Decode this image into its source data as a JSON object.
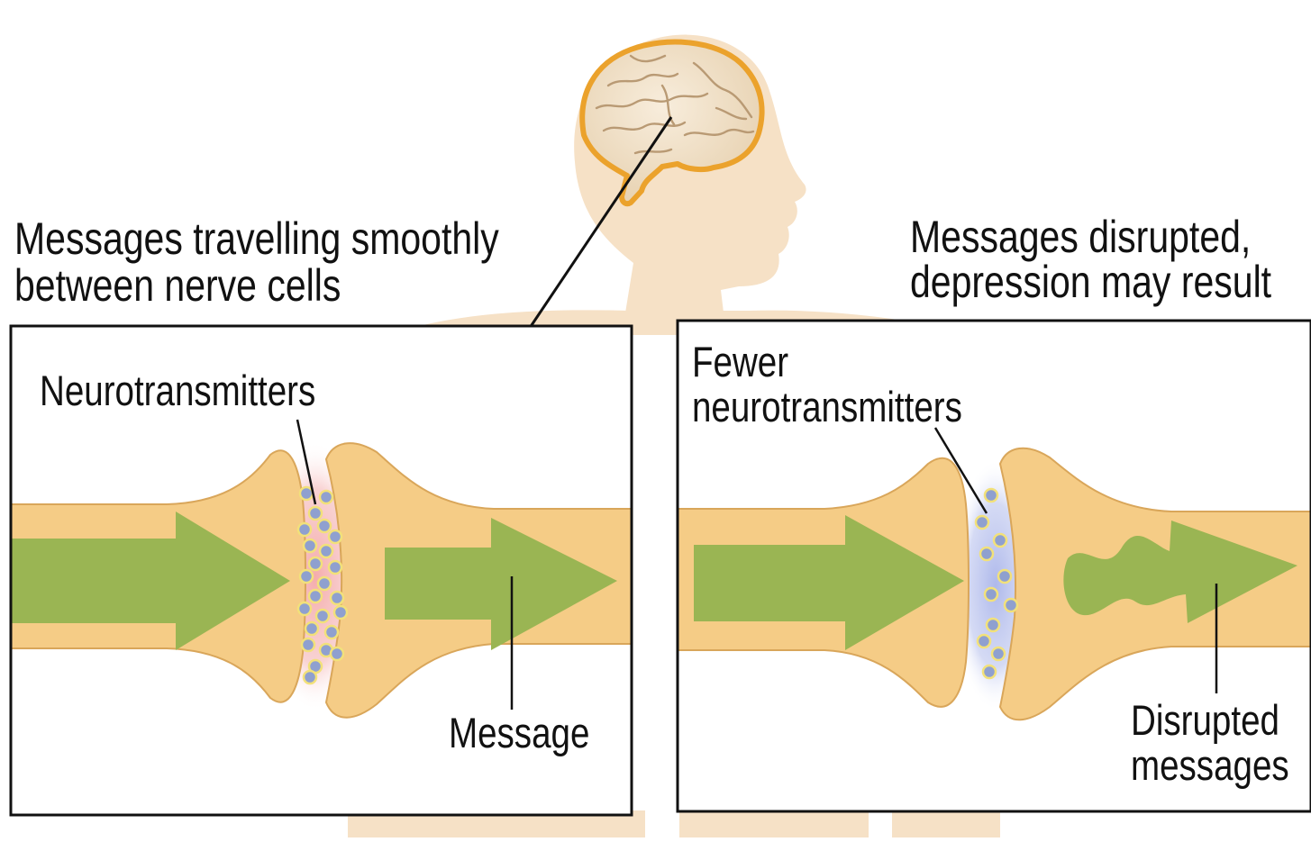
{
  "left_panel": {
    "caption_line1": "Messages travelling smoothly",
    "caption_line2": "between nerve cells",
    "neurotransmitters_label": "Neurotransmitters",
    "message_label": "Message"
  },
  "right_panel": {
    "caption_line1": "Messages disrupted,",
    "caption_line2": "depression may result",
    "fewer_line1": "Fewer",
    "fewer_line2": "neurotransmitters",
    "disrupted_line1": "Disrupted",
    "disrupted_line2": "messages"
  },
  "colors": {
    "silhouette": "#f6e1c6",
    "nerve": "#f5cc86",
    "arrow": "#9ab553",
    "brain_outline": "#eba22c",
    "synapse_glow_healthy": "#f6b3b3",
    "synapse_glow_reduced": "#b9c2ee",
    "vesicle": "#8fa0cf"
  }
}
